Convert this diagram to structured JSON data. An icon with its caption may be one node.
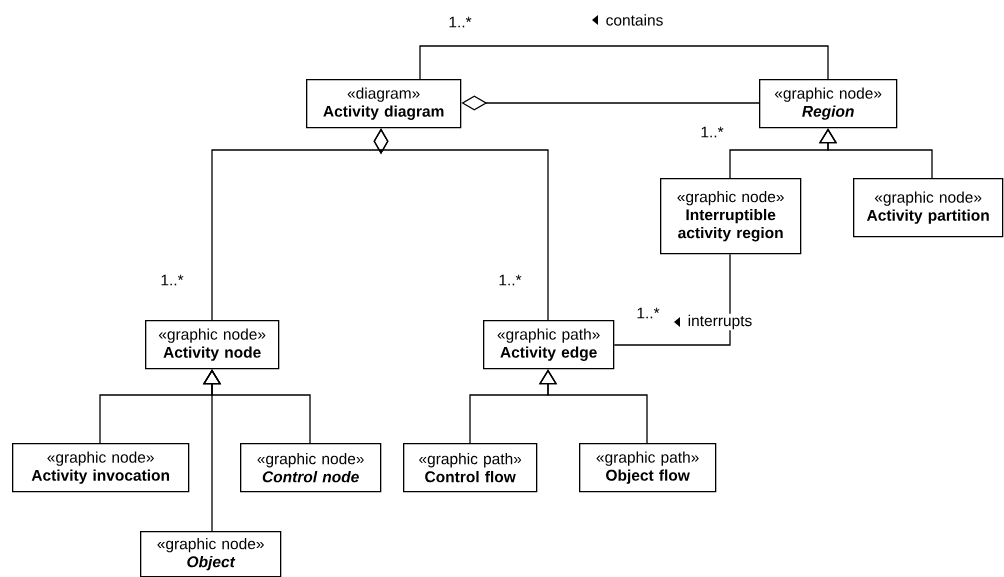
{
  "diagram": {
    "nodes": [
      {
        "text": [
          "«diagram»",
          "Activity diagram"
        ]
      },
      {
        "text": [
          "«graphic node»",
          "Region"
        ]
      },
      {
        "text": [
          "«graphic node»",
          "Interruptible activity region"
        ]
      },
      {
        "text": [
          "«graphic node»",
          "Activity partition"
        ]
      },
      {
        "text": [
          "«graphic node»",
          "Activity node"
        ]
      },
      {
        "text": [
          "«graphic path»",
          "Activity edge"
        ]
      },
      {
        "text": [
          "«graphic node»",
          "Activity invocation"
        ]
      },
      {
        "text": [
          "«graphic node»",
          "Control node"
        ]
      },
      {
        "text": [
          "«graphic path»",
          "Control flow"
        ]
      },
      {
        "text": [
          "«graphic path»",
          "Object flow"
        ]
      },
      {
        "text": [
          "«graphic node»",
          "Object"
        ]
      }
    ],
    "edges": [
      {
        "from": 0,
        "to": 1,
        "arrow": "none",
        "label": "contains"
      },
      {
        "from": 0,
        "to": 1,
        "arrow": "other"
      },
      {
        "from": 0,
        "to": 4,
        "arrow": "other"
      },
      {
        "from": 0,
        "to": 5,
        "arrow": "other"
      },
      {
        "from": 2,
        "to": 1,
        "arrow": "to"
      },
      {
        "from": 3,
        "to": 1,
        "arrow": "to"
      },
      {
        "from": 2,
        "to": 5,
        "arrow": "none",
        "label": "interrupts"
      },
      {
        "from": 6,
        "to": 4,
        "arrow": "to"
      },
      {
        "from": 7,
        "to": 4,
        "arrow": "to"
      },
      {
        "from": 10,
        "to": 4,
        "arrow": "to"
      },
      {
        "from": 8,
        "to": 5,
        "arrow": "to"
      },
      {
        "from": 9,
        "to": 5,
        "arrow": "to"
      }
    ],
    "labels": [
      "1..*",
      "1..*",
      "1..*",
      "1..*",
      "1..*"
    ]
  }
}
